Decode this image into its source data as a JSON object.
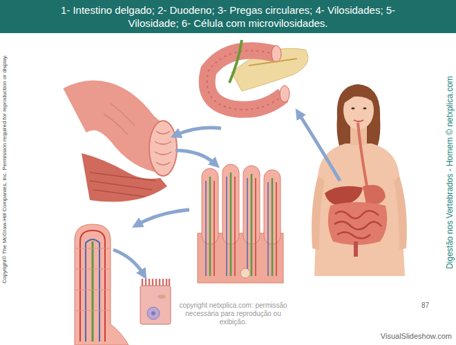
{
  "diagram": {
    "title": "1- Intestino delgado; 2- Duodeno; 3- Pregas circulares; 4- Vilosidades; 5- Vilosidade; 6- Célula com microvilosidades.",
    "labels": [
      "Copyright© The McGraw-Hill Companies, Inc. Permission required for reproduction or display.",
      "Digestão nos Vertebrados - Homem © netxplica.com",
      "copyright netxplica.com: permissão necessária para reprodução ou exibição.",
      "87",
      "VisualSlideshow.com"
    ]
  }
}
